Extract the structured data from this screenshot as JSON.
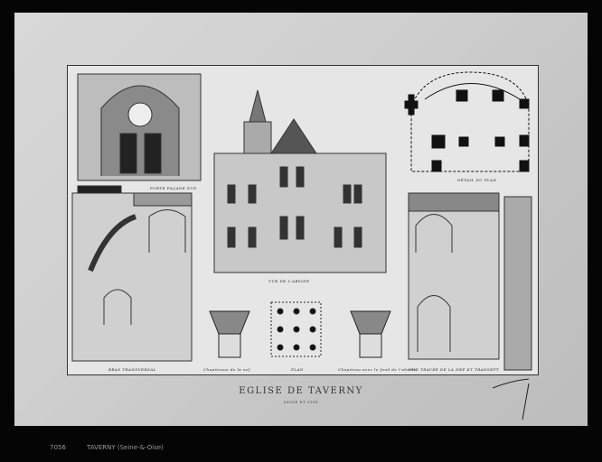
{
  "plate": {
    "title": "EGLISE DE TAVERNY",
    "subtitle": "SEINE ET OISE",
    "labels": {
      "south_portal": "PORTE FAÇADE SUD",
      "plan_detail": "DÉTAIL DU PLAN",
      "apse_view": "VUE DE L'ABSIDE",
      "transept": "BRAS TRANSVERSAL",
      "capitals": "Chapiteaux de la nef",
      "plan": "PLAN",
      "capital_apse": "Chapiteau avec le fond de l'abside",
      "nave_bay": "UNE TRAVÉE DE LA NEF ET TRANSEPT"
    }
  },
  "caption": {
    "number": "7056",
    "place": "TAVERNY (Seine-&-Oise)"
  }
}
